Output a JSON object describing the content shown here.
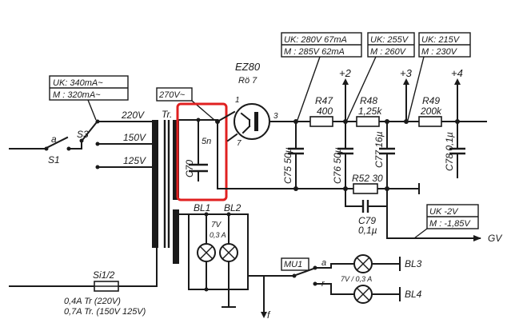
{
  "tube": {
    "name": "EZ80",
    "ref": "Rö 7",
    "pin1": "1",
    "pin3": "3",
    "pin7": "7"
  },
  "rails": {
    "r2": "+2",
    "r3": "+3",
    "r4": "+4"
  },
  "current_box": {
    "uk": "UK: 340mA~",
    "m": "M : 320mA~"
  },
  "box_270": "270V~",
  "box_a": {
    "uk": "UK: 280V 67mA",
    "m": "M : 285V 62mA"
  },
  "box_b": {
    "uk": "UK: 255V",
    "m": "M : 260V"
  },
  "box_c": {
    "uk": "UK: 215V",
    "m": "M : 230V"
  },
  "box_gv": {
    "uk": "UK    -2V",
    "m": "M : -1,85V"
  },
  "transformer": {
    "ref": "Tr.",
    "v220": "220V",
    "v150": "150V",
    "v125": "125V"
  },
  "switches": {
    "a": "a",
    "s1": "S1",
    "s3": "S3",
    "mu1": "MU1",
    "sa": "a",
    "sr": "r"
  },
  "c70": {
    "ref": "C70",
    "val": "5n"
  },
  "c75": "C75 50µ",
  "c76": "C76 50µ",
  "c77": "C77 16µ",
  "c78": "C78 0,1µ",
  "r47": {
    "ref": "R47",
    "val": "400"
  },
  "r48": {
    "ref": "R48",
    "val": "1,25k"
  },
  "r49": {
    "ref": "R49",
    "val": "200k"
  },
  "r52": "R52   30",
  "c79": {
    "ref": "C79",
    "val": "0,1µ"
  },
  "gv": "GV",
  "lamps": {
    "bl1": "BL1",
    "bl2": "BL2",
    "rating1": "7V",
    "rating2": "0,3 A",
    "bl3": "BL3",
    "bl4": "BL4",
    "rating34": "7V / 0,3 A"
  },
  "fuse": {
    "ref": "Si1/2",
    "line1": "0,4A Tr (220V)",
    "line2": "0,7A Tr. (150V 125V)"
  },
  "f": "f"
}
